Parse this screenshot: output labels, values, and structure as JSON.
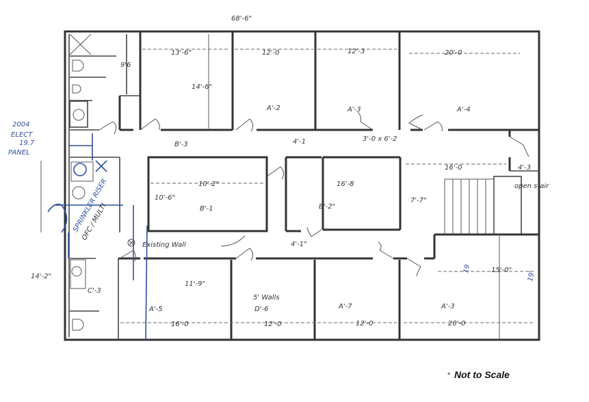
{
  "plan": {
    "overall_width": "68'-6\"",
    "top_rooms": [
      {
        "width": "13'-6\"",
        "depth": "14'-6\""
      },
      {
        "width": "12'-0",
        "label": "A'-2"
      },
      {
        "width": "12'-3",
        "label": "A'-3"
      },
      {
        "width": "20'-0",
        "label": "A'-4"
      }
    ],
    "closet": "9'6",
    "corridor": {
      "label": "B'-3",
      "width_a": "4'-1",
      "door_note": "3'-0 x 6'-2"
    },
    "lobby": {
      "width": "16'-0",
      "small": "4'-3",
      "stair": "open stair",
      "stair_depth": "7'-7\""
    },
    "middle_rooms": [
      {
        "width": "10'-2\"",
        "depth": "10'-6\"",
        "label": "B'-1"
      },
      {
        "width": "16'-8",
        "label": "B'-2\""
      }
    ],
    "existing_wall": "Existing Wall",
    "corridor_lower": "4'-1\"",
    "bottom_rooms": [
      {
        "width": "11'-9\"",
        "depth": "16'-0",
        "label": "A'-5"
      },
      {
        "note": "5' Walls",
        "label": "D'-6",
        "depth": "12'-0"
      },
      {
        "label": "A'-7",
        "depth": "12'-0"
      },
      {
        "label": "A'-3",
        "depth": "20'-0",
        "width": "15'-0\""
      }
    ],
    "restroom": {
      "label": "C'-3",
      "height": "14'-2\""
    },
    "annotations_blue": {
      "panel_1": "2004",
      "panel_2": "ELECT",
      "panel_3": "19.7",
      "panel_4": "PANEL",
      "riser": "SPRINKLER RISER",
      "ofc": "OFC / MULTI",
      "dim_a": "19",
      "dim_b": "19'"
    },
    "footer_note": "Not to Scale",
    "footer_star": "*",
    "colors": {
      "ink": "#333333",
      "blue_pen": "#2c4fa0"
    }
  }
}
